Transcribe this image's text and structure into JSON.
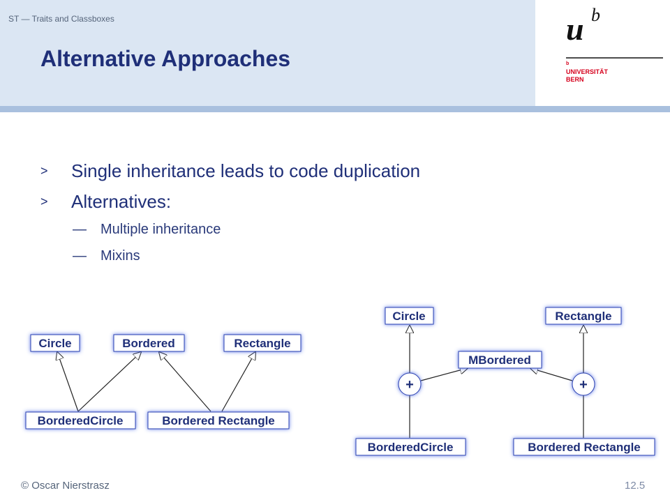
{
  "header": {
    "course": "ST — Traits and Classboxes",
    "title": "Alternative Approaches"
  },
  "logo": {
    "letter_u": "u",
    "superscript_b": "b",
    "small_b": "b",
    "line1": "UNIVERSITÄT",
    "line2": "BERN",
    "accent_color": "#d6001c"
  },
  "bullets": {
    "items": [
      {
        "marker": ">",
        "text": "Single inheritance leads to code duplication"
      },
      {
        "marker": ">",
        "text": "Alternatives:"
      }
    ],
    "subitems": [
      {
        "marker": "—",
        "text": "Multiple inheritance"
      },
      {
        "marker": "—",
        "text": "Mixins"
      }
    ]
  },
  "diagram_left": {
    "boxes": {
      "circle": "Circle",
      "bordered": "Bordered",
      "rectangle": "Rectangle",
      "bordered_circle": "BorderedCircle",
      "bordered_rectangle": "Bordered Rectangle"
    }
  },
  "diagram_right": {
    "boxes": {
      "circle": "Circle",
      "rectangle": "Rectangle",
      "mbordered": "MBordered",
      "bordered_circle": "BorderedCircle",
      "bordered_rectangle": "Bordered Rectangle"
    },
    "plus_symbol": "+"
  },
  "footer": {
    "author": "© Oscar Nierstrasz",
    "page": "12.5"
  },
  "colors": {
    "header_bg": "#dbe6f3",
    "header_bar": "#a9c0de",
    "title": "#1f2f78",
    "box_fill": "#ffffff",
    "box_glow": "#3f5fe0"
  }
}
